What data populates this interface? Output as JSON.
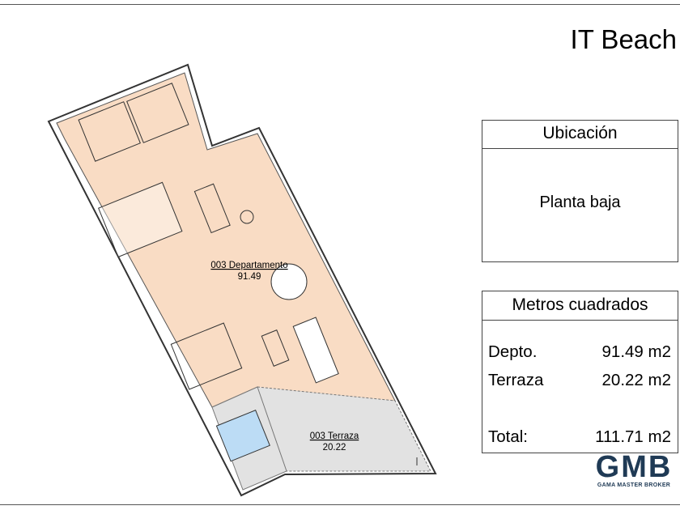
{
  "title": "IT Beach",
  "ubicacion": {
    "heading": "Ubicación",
    "value": "Planta baja"
  },
  "metros": {
    "heading": "Metros cuadrados",
    "rows": [
      {
        "label": "Depto.",
        "value": "91.49 m2"
      },
      {
        "label": "Terraza",
        "value": "20.22 m2"
      }
    ],
    "total": {
      "label": "Total:",
      "value": "111.71 m2"
    }
  },
  "plan": {
    "depto_name": "003 Departamento",
    "depto_area": "91.49",
    "terraza_name": "003 Terraza",
    "terraza_area": "20.22"
  },
  "logo": {
    "mark": "GMB",
    "name": "GAMA MASTER BROKER"
  },
  "colors": {
    "interior": "#f9dcc4",
    "terrace": "#e2e2e2",
    "pool": "#bcdcf5",
    "brand": "#1f3a55"
  }
}
